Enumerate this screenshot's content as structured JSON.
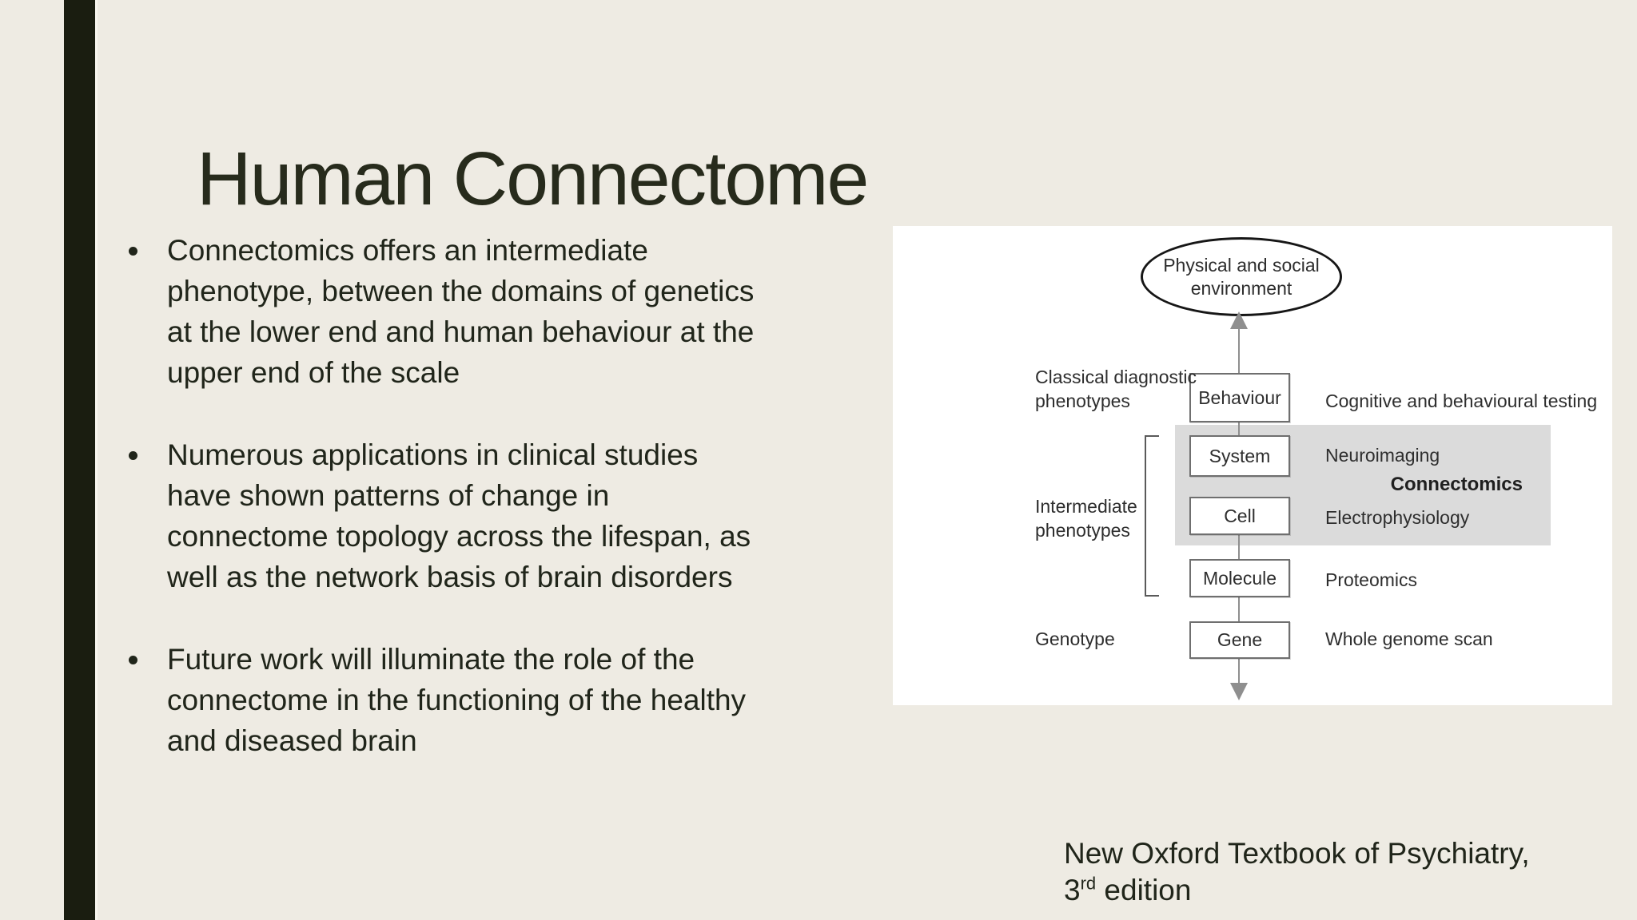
{
  "slide": {
    "title": "Human Connectome",
    "bullets": [
      {
        "lines": [
          "Connectomics offers an intermediate",
          "phenotype, between the domains of genetics",
          "at the lower end and human behaviour at the",
          "upper end of the scale"
        ]
      },
      {
        "lines": [
          "Numerous applications in clinical studies",
          "have shown patterns of change in",
          "connectome topology across the lifespan, as",
          "well as the network basis of brain disorders"
        ]
      },
      {
        "lines": [
          "Future work will illuminate the role of the",
          "connectome in the functioning of the healthy",
          "and diseased brain"
        ]
      }
    ],
    "citation": {
      "line1": "New Oxford Textbook of Psychiatry,",
      "edition_number": "3",
      "edition_ordinal": "rd",
      "edition_rest": " edition"
    }
  },
  "diagram": {
    "ellipse_label": [
      "Physical and social",
      "environment"
    ],
    "rows": [
      {
        "box": "Behaviour",
        "left_label": [
          "Classical diagnostic",
          "phenotypes"
        ],
        "right_label": "Cognitive and behavioural testing"
      },
      {
        "box": "System",
        "right_label": "Neuroimaging"
      },
      {
        "box": "Cell",
        "right_label": "Electrophysiology"
      },
      {
        "box": "Molecule",
        "right_label": "Proteomics"
      },
      {
        "box": "Gene",
        "left_label": "Genotype",
        "right_label": "Whole genome scan"
      }
    ],
    "bracket_label": [
      "Intermediate",
      "phenotypes"
    ],
    "highlight_label": "Connectomics"
  },
  "colors": {
    "background": "#EEEBE3",
    "accent_bar": "#1A1D10",
    "title_text": "#272B1C",
    "body_text": "#20251A",
    "figure_panel": "#FFFFFF",
    "highlight_gray": "#DBDBDB",
    "connector_gray": "#8F8F8F",
    "diagram_text": "#2E2E2E"
  }
}
